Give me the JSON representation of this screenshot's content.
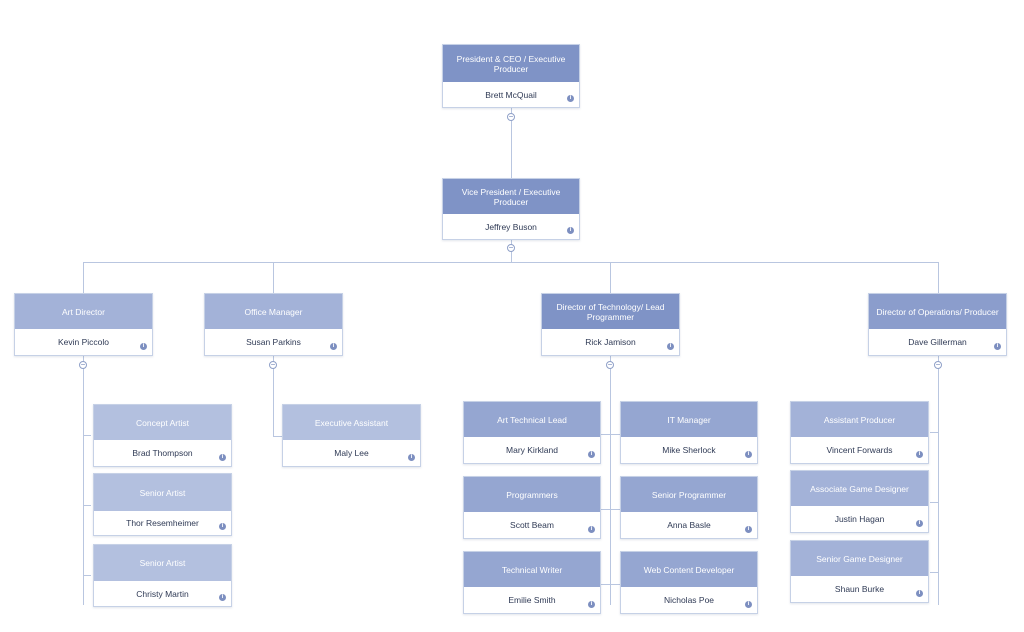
{
  "org_chart": {
    "nodes": [
      {
        "id": "ceo",
        "title": "President & CEO / Executive Producer",
        "name": "Brett McQuail",
        "color": "#7f93c6"
      },
      {
        "id": "vp",
        "title": "Vice President / Executive Producer",
        "name": "Jeffrey Buson",
        "color": "#7f93c6"
      },
      {
        "id": "art-director",
        "title": "Art Director",
        "name": "Kevin Piccolo",
        "color": "#a3b2d8"
      },
      {
        "id": "office-manager",
        "title": "Office Manager",
        "name": "Susan Parkins",
        "color": "#a3b2d8"
      },
      {
        "id": "director-tech",
        "title": "Director of Technology/ Lead Programmer",
        "name": "Rick Jamison",
        "color": "#7f93c6"
      },
      {
        "id": "director-ops",
        "title": "Director of Operations/ Producer",
        "name": "Dave Gillerman",
        "color": "#8b9dcc"
      },
      {
        "id": "concept-artist",
        "title": "Concept Artist",
        "name": "Brad Thompson",
        "color": "#b3c0df"
      },
      {
        "id": "senior-artist-1",
        "title": "Senior Artist",
        "name": "Thor Resemheimer",
        "color": "#b3c0df"
      },
      {
        "id": "senior-artist-2",
        "title": "Senior Artist",
        "name": "Christy Martin",
        "color": "#b3c0df"
      },
      {
        "id": "exec-assistant",
        "title": "Executive Assistant",
        "name": "Maly Lee",
        "color": "#b3c0df"
      },
      {
        "id": "art-tech-lead",
        "title": "Art Technical Lead",
        "name": "Mary Kirkland",
        "color": "#95a6d1"
      },
      {
        "id": "programmers",
        "title": "Programmers",
        "name": "Scott Beam",
        "color": "#95a6d1"
      },
      {
        "id": "technical-writer",
        "title": "Technical Writer",
        "name": "Emilie Smith",
        "color": "#95a6d1"
      },
      {
        "id": "it-manager",
        "title": "IT Manager",
        "name": "Mike Sherlock",
        "color": "#95a6d1"
      },
      {
        "id": "senior-programmer",
        "title": "Senior Programmer",
        "name": "Anna Basle",
        "color": "#95a6d1"
      },
      {
        "id": "web-content-dev",
        "title": "Web Content Developer",
        "name": "Nicholas Poe",
        "color": "#95a6d1"
      },
      {
        "id": "assistant-producer",
        "title": "Assistant Producer",
        "name": "Vincent Forwards",
        "color": "#a3b2d8"
      },
      {
        "id": "assoc-game-designer",
        "title": "Associate Game Designer",
        "name": "Justin Hagan",
        "color": "#a3b2d8"
      },
      {
        "id": "senior-game-designer",
        "title": "Senior Game Designer",
        "name": "Shaun Burke",
        "color": "#a3b2d8"
      }
    ],
    "info_glyph": "i",
    "collapse_glyph": "−"
  }
}
